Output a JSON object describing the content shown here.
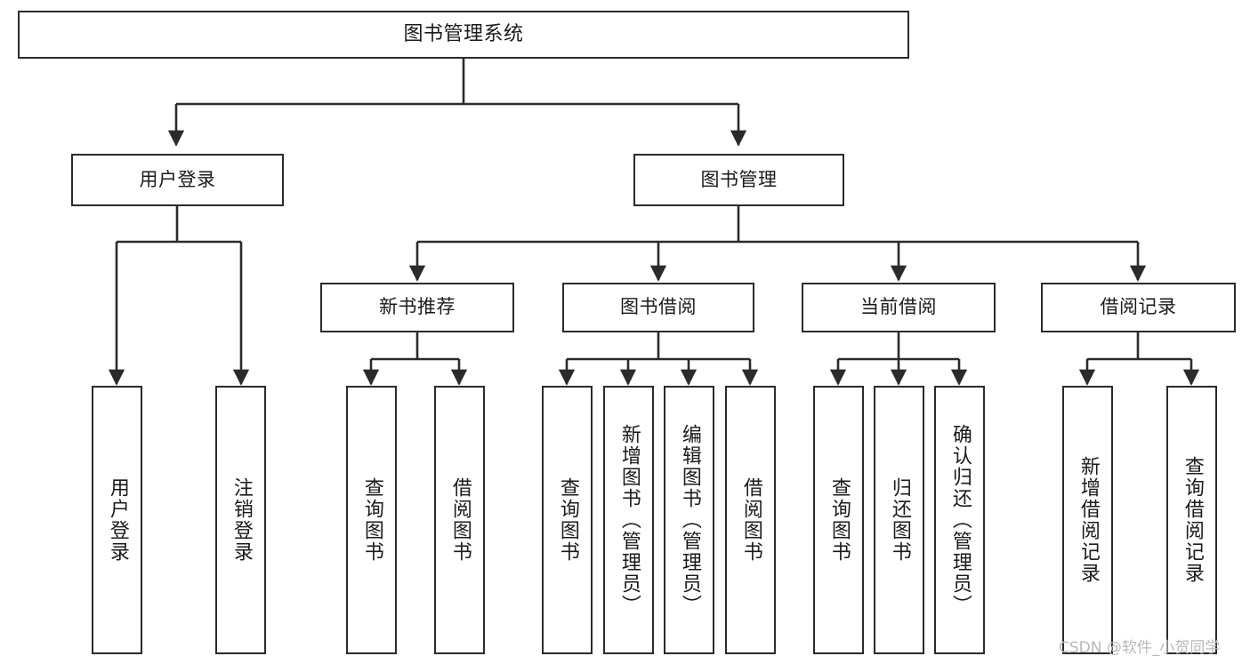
{
  "diagram": {
    "title": "图书管理系统",
    "type": "tree-hierarchy-chart",
    "edge_color": "#2b2b2b",
    "node_border_color": "#2b2b2b",
    "node_fill_color": "#ffffff",
    "background_color": "#ffffff"
  },
  "watermark": {
    "text": "CSDN @软件_小贺同学",
    "color": "#b9b9b9"
  },
  "nodes": {
    "root": {
      "label": "图书管理系统"
    },
    "level2": [
      {
        "label": "用户登录"
      },
      {
        "label": "图书管理"
      }
    ],
    "level3": [
      {
        "label": "新书推荐"
      },
      {
        "label": "图书借阅"
      },
      {
        "label": "当前借阅"
      },
      {
        "label": "借阅记录"
      }
    ],
    "leaves": {
      "user_login": [
        {
          "label": "用户登录"
        },
        {
          "label": "注销登录"
        }
      ],
      "new_book_recommend": [
        {
          "label": "查询图书"
        },
        {
          "label": "借阅图书"
        }
      ],
      "book_borrow": [
        {
          "label": "查询图书"
        },
        {
          "label": "新增图书（管理员）"
        },
        {
          "label": "编辑图书（管理员）"
        },
        {
          "label": "借阅图书"
        }
      ],
      "current_borrow": [
        {
          "label": "查询图书"
        },
        {
          "label": "归还图书"
        },
        {
          "label": "确认归还（管理员）"
        }
      ],
      "borrow_record": [
        {
          "label": "新增借阅记录"
        },
        {
          "label": "查询借阅记录"
        }
      ]
    }
  }
}
